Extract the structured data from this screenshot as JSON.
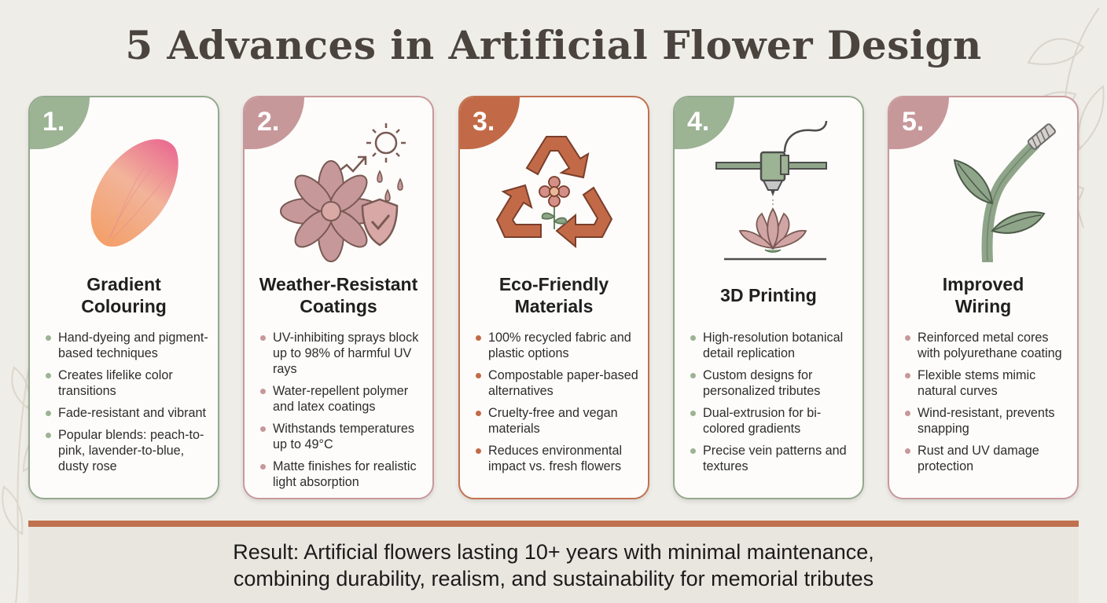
{
  "title": "5 Advances in Artificial Flower Design",
  "colors": {
    "sage": "#9cb394",
    "rose": "#c7989a",
    "rust": "#c26a47",
    "background": "#efede8"
  },
  "cards": [
    {
      "number": "1.",
      "icon": "petal-icon",
      "title_lines": [
        "Gradient",
        "Colouring"
      ],
      "bullets": [
        "Hand-dyeing and pigment-based techniques",
        "Creates lifelike color transitions",
        "Fade-resistant and vibrant",
        "Popular blends: peach-to-pink, lavender-to-blue, dusty rose"
      ]
    },
    {
      "number": "2.",
      "icon": "flower-shield-sun-icon",
      "title_lines": [
        "Weather-Resistant",
        "Coatings"
      ],
      "bullets": [
        "UV-inhibiting sprays block up to 98% of harmful UV rays",
        "Water-repellent polymer and latex coatings",
        "Withstands temperatures up to 49°C",
        "Matte finishes for realistic light absorption"
      ]
    },
    {
      "number": "3.",
      "icon": "recycle-flower-icon",
      "title_lines": [
        "Eco-Friendly",
        "Materials"
      ],
      "bullets": [
        "100% recycled fabric and plastic options",
        "Compostable paper-based alternatives",
        "Cruelty-free and vegan materials",
        "Reduces environmental impact vs. fresh flowers"
      ]
    },
    {
      "number": "4.",
      "icon": "3d-printer-icon",
      "title_lines": [
        "3D Printing"
      ],
      "bullets": [
        "High-resolution botanical detail replication",
        "Custom designs for personalized tributes",
        "Dual-extrusion for bi-colored gradients",
        "Precise vein patterns and textures"
      ]
    },
    {
      "number": "5.",
      "icon": "wired-stem-icon",
      "title_lines": [
        "Improved",
        "Wiring"
      ],
      "bullets": [
        "Reinforced metal cores with polyurethane coating",
        "Flexible stems mimic natural curves",
        "Wind-resistant, prevents snapping",
        "Rust and UV damage protection"
      ]
    }
  ],
  "result": {
    "line1": "Result: Artificial flowers lasting 10+ years with minimal maintenance,",
    "line2": "combining durability, realism, and sustainability for memorial tributes"
  }
}
